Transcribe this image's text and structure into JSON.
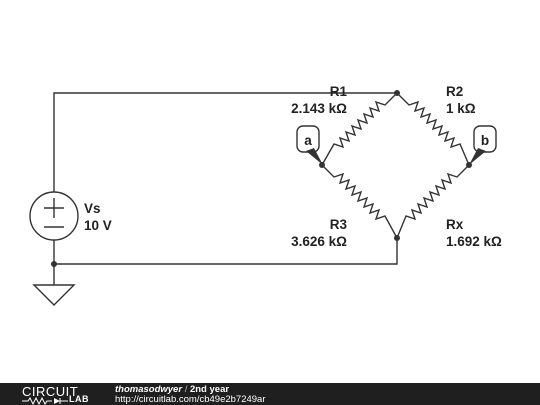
{
  "circuit": {
    "source": {
      "name": "Vs",
      "value": "10 V"
    },
    "resistors": [
      {
        "id": "r1",
        "name": "R1",
        "value": "2.143 kΩ"
      },
      {
        "id": "r2",
        "name": "R2",
        "value": "1 kΩ"
      },
      {
        "id": "r3",
        "name": "R3",
        "value": "3.626 kΩ"
      },
      {
        "id": "rx",
        "name": "Rx",
        "value": "1.692 kΩ"
      }
    ],
    "probes": [
      {
        "label": "a"
      },
      {
        "label": "b"
      }
    ],
    "source_symbols": {
      "plus": "+",
      "minus": "−"
    }
  },
  "footer": {
    "logo_word1": "CIRCUIT",
    "logo_word2": "LAB",
    "author": "thomasodwyer",
    "separator": "/",
    "project": "2nd year",
    "url": "http://circuitlab.com/cb49e2b7249ar"
  },
  "colors": {
    "wire": "#333333",
    "footer_bg": "#1f1f1f",
    "footer_text": "#ffffff"
  }
}
